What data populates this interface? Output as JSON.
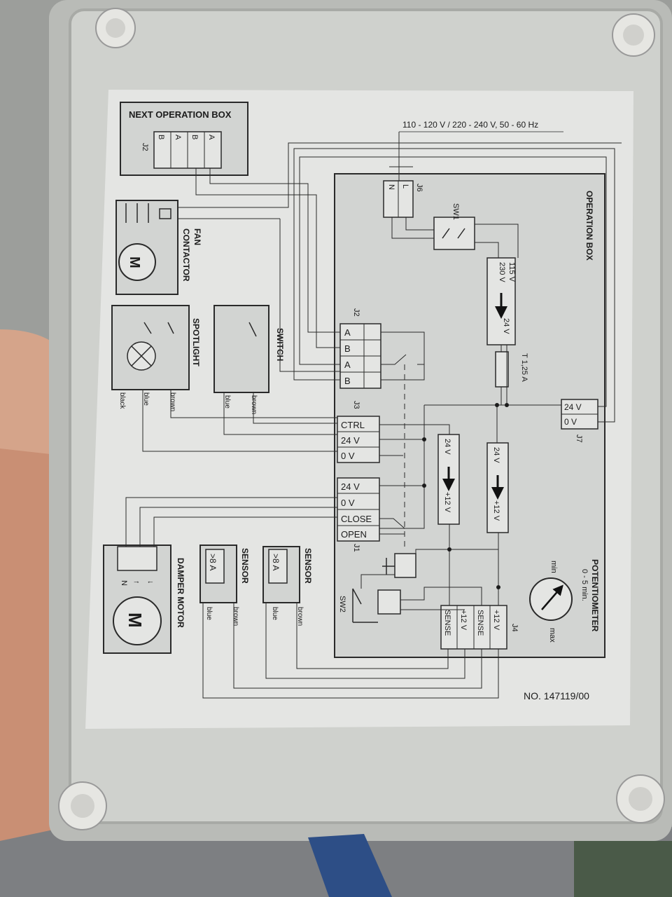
{
  "supply": "110 - 120 V / 220 - 240 V, 50 - 60 Hz",
  "doc_number": "NO. 147119/00",
  "next_box": {
    "title": "NEXT OPERATION BOX",
    "connector": "J2",
    "top_row": [
      "B",
      "A",
      "B",
      "A"
    ]
  },
  "fan": {
    "label_line1": "FAN",
    "label_line2": "CONTACTOR",
    "motor": "M"
  },
  "spotlight": {
    "label": "SPOTLIGHT",
    "wires": [
      "black",
      "blue",
      "brown"
    ]
  },
  "switch_box": {
    "label": "SWITCH",
    "wires": [
      "blue",
      "brown"
    ]
  },
  "operation_box": {
    "label": "OPERATION BOX",
    "j6": {
      "name": "J6",
      "pins": [
        "L",
        "N"
      ]
    },
    "sw1": "SW1",
    "transformer": {
      "in1": "115 V",
      "in2": "230 V",
      "out": "24 V"
    },
    "fuse": "T 1,25 A",
    "j7": {
      "name": "J7",
      "pins": [
        "24 V",
        "0 V"
      ]
    },
    "j2": {
      "name": "J2",
      "pins": [
        "A",
        "B",
        "A",
        "B"
      ]
    },
    "j3": {
      "name": "J3",
      "pins": [
        "CTRL",
        "24 V",
        "0 V"
      ]
    },
    "j1": {
      "name": "J1",
      "pins": [
        "24 V",
        "0 V",
        "CLOSE",
        "OPEN"
      ]
    },
    "reg_a": {
      "in": "24 V",
      "out": "+12 V"
    },
    "reg_b": {
      "in": "24 V",
      "out": "+12 V"
    },
    "potentiometer": {
      "label": "POTENTIOMETER",
      "range": "0 - 5 min.",
      "min": "min",
      "max": "max"
    },
    "sw2": "SW2",
    "j4": {
      "name": "J4",
      "pins": [
        "+12 V",
        "SENSE",
        "+12 V",
        "SENSE"
      ]
    }
  },
  "sensor_a": {
    "label": "SENSOR",
    "threshold": ">8 A",
    "wires": [
      "blue",
      "brown"
    ]
  },
  "sensor_b": {
    "label": "SENSOR",
    "threshold": ">8 A",
    "wires": [
      "blue",
      "brown"
    ]
  },
  "damper": {
    "label": "DAMPER MOTOR",
    "motor": "M",
    "terminals": [
      "N",
      "↑",
      "↓"
    ]
  },
  "colors": {
    "paper": "#e4e5e3",
    "enclosure": "#c8cac6",
    "line": "#2a2a2a",
    "box_fill": "#cfd1cf"
  }
}
